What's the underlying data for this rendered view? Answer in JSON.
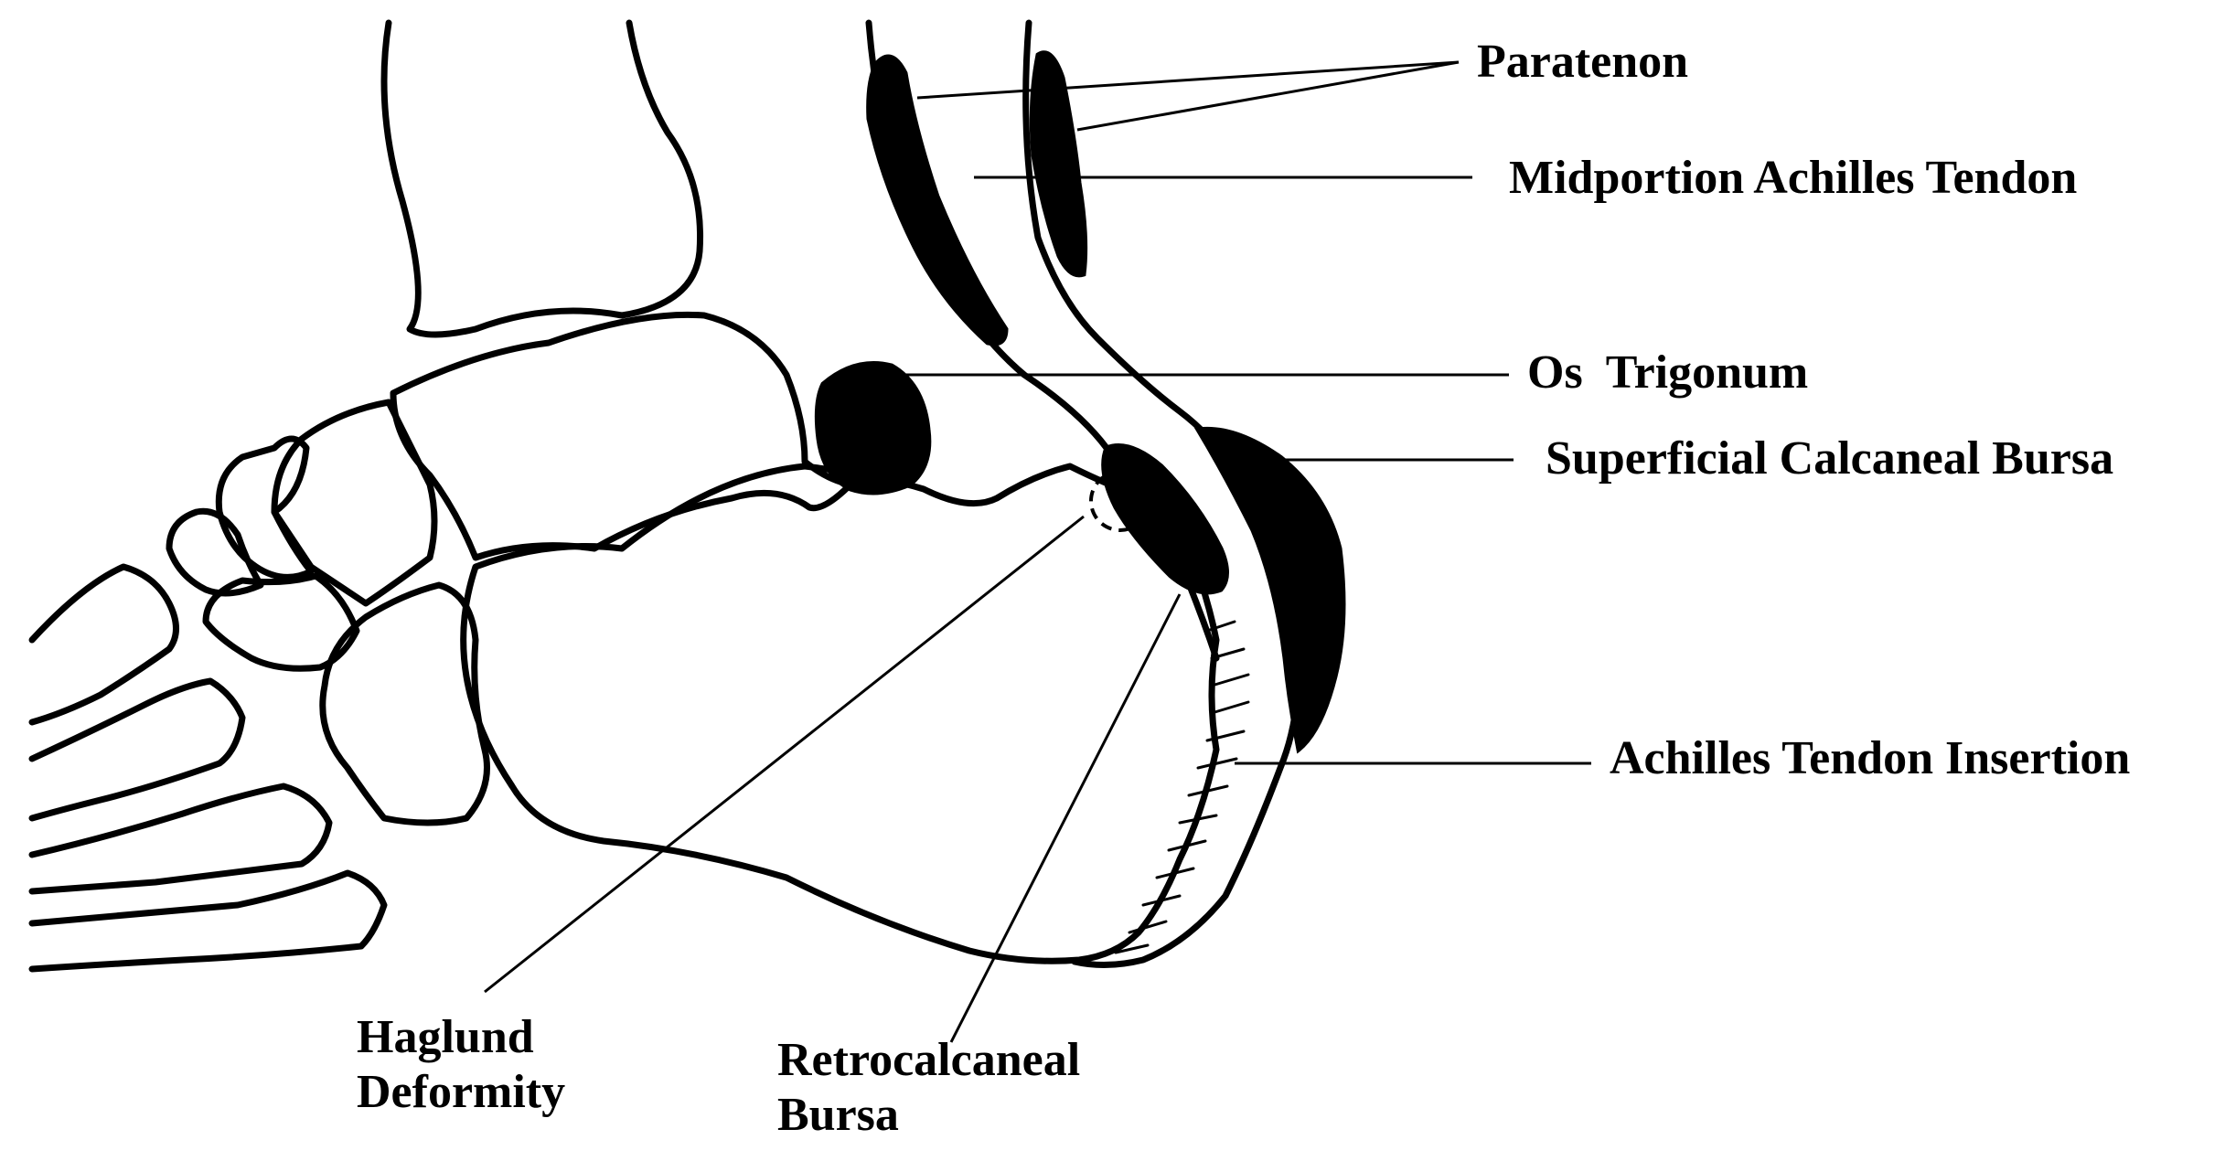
{
  "colors": {
    "outline": "#000000",
    "fill_dark": "#000000",
    "background": "#ffffff"
  },
  "labels": {
    "paratenon": "Paratenon",
    "midportion": "Midportion Achilles Tendon",
    "os_trigonum": "Os  Trigonum",
    "superficial_bursa": "Superficial Calcaneal Bursa",
    "insertion": "Achilles Tendon Insertion",
    "haglund_line1": "Haglund",
    "haglund_line2": "Deformity",
    "retro_line1": "Retrocalcaneal",
    "retro_line2": "Bursa"
  }
}
